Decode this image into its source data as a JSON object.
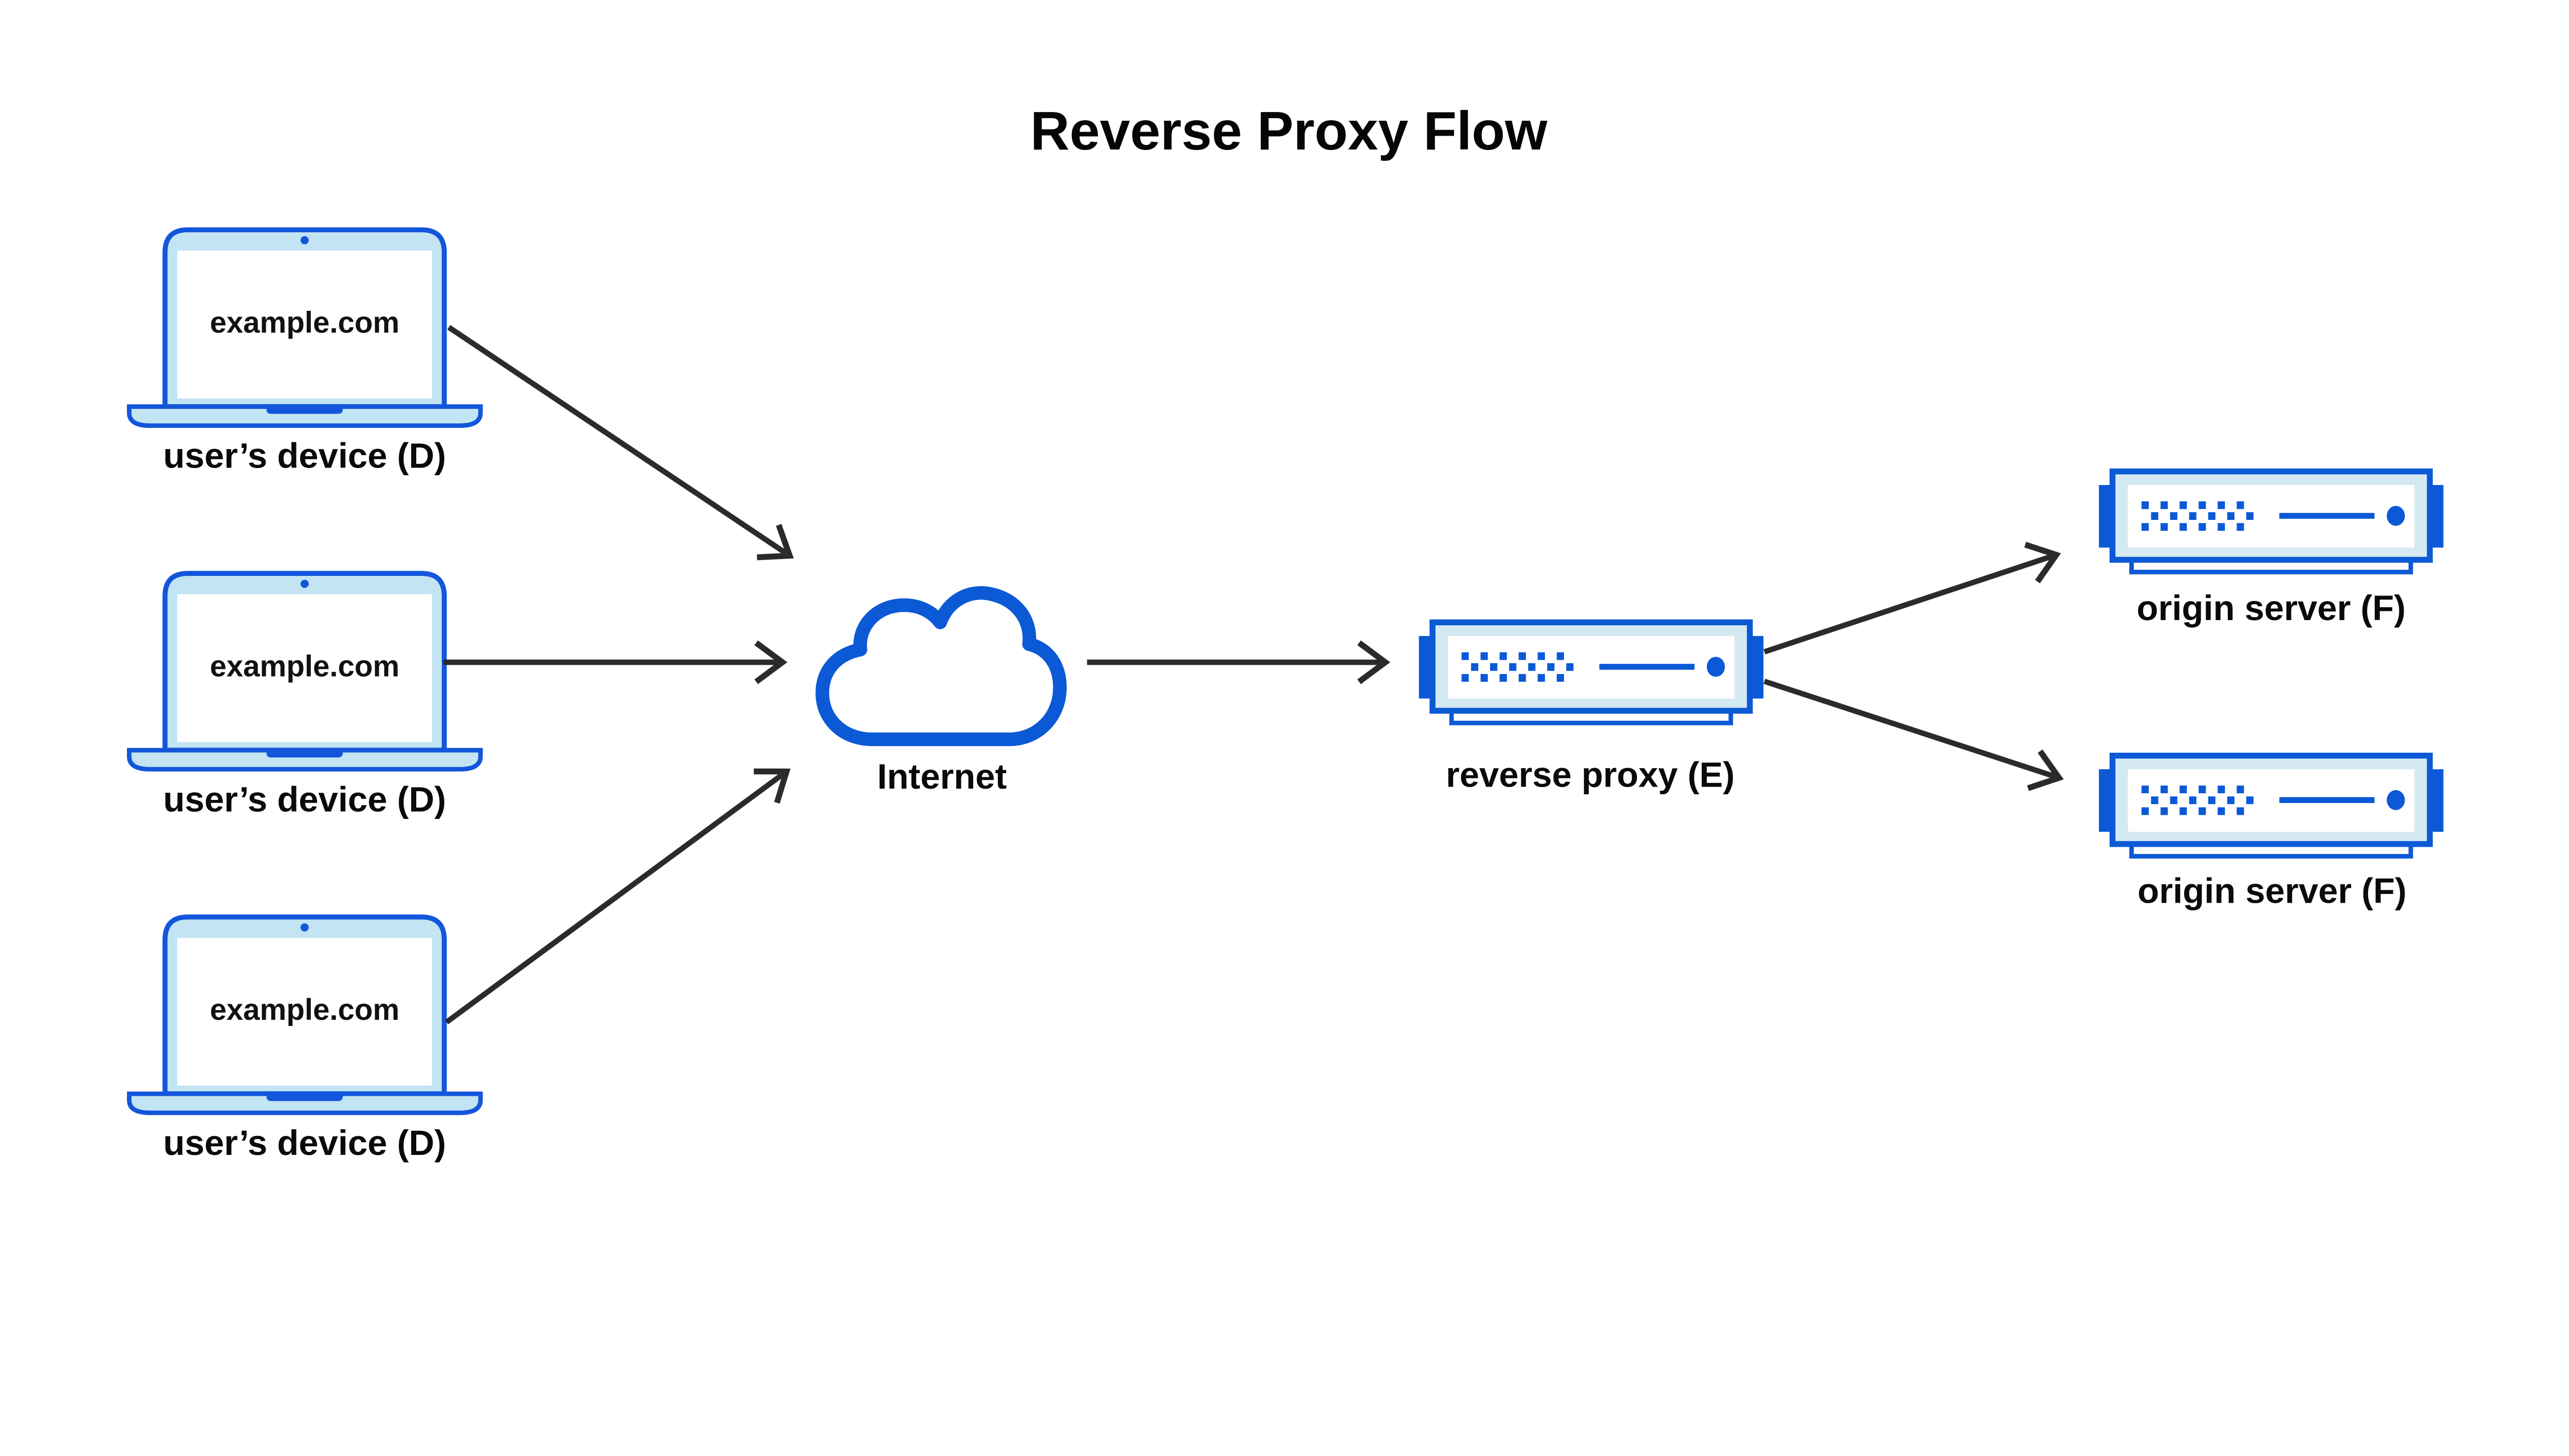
{
  "title": "Reverse Proxy Flow",
  "devices": [
    {
      "screen_text": "example.com",
      "label": "user’s device (D)"
    },
    {
      "screen_text": "example.com",
      "label": "user’s device (D)"
    },
    {
      "screen_text": "example.com",
      "label": "user’s device (D)"
    }
  ],
  "internet": {
    "label": "Internet"
  },
  "reverse_proxy": {
    "label": "reverse proxy (E)"
  },
  "origin_servers": [
    {
      "label": "origin server (F)"
    },
    {
      "label": "origin server (F)"
    }
  ],
  "icons": {
    "laptop": "laptop-icon",
    "cloud": "cloud-icon",
    "server": "server-rack-icon",
    "arrow": "flow-arrow"
  },
  "colors": {
    "accent_blue": "#0C59D6",
    "laptop_border_blue": "#1356DC",
    "laptop_body_light_blue": "#C2E4F3",
    "server_frame_light_blue": "#D5E9F3",
    "arrow_dark": "#2B2B2B",
    "text_black": "#0A0A0A",
    "background_white": "#FFFFFF"
  }
}
